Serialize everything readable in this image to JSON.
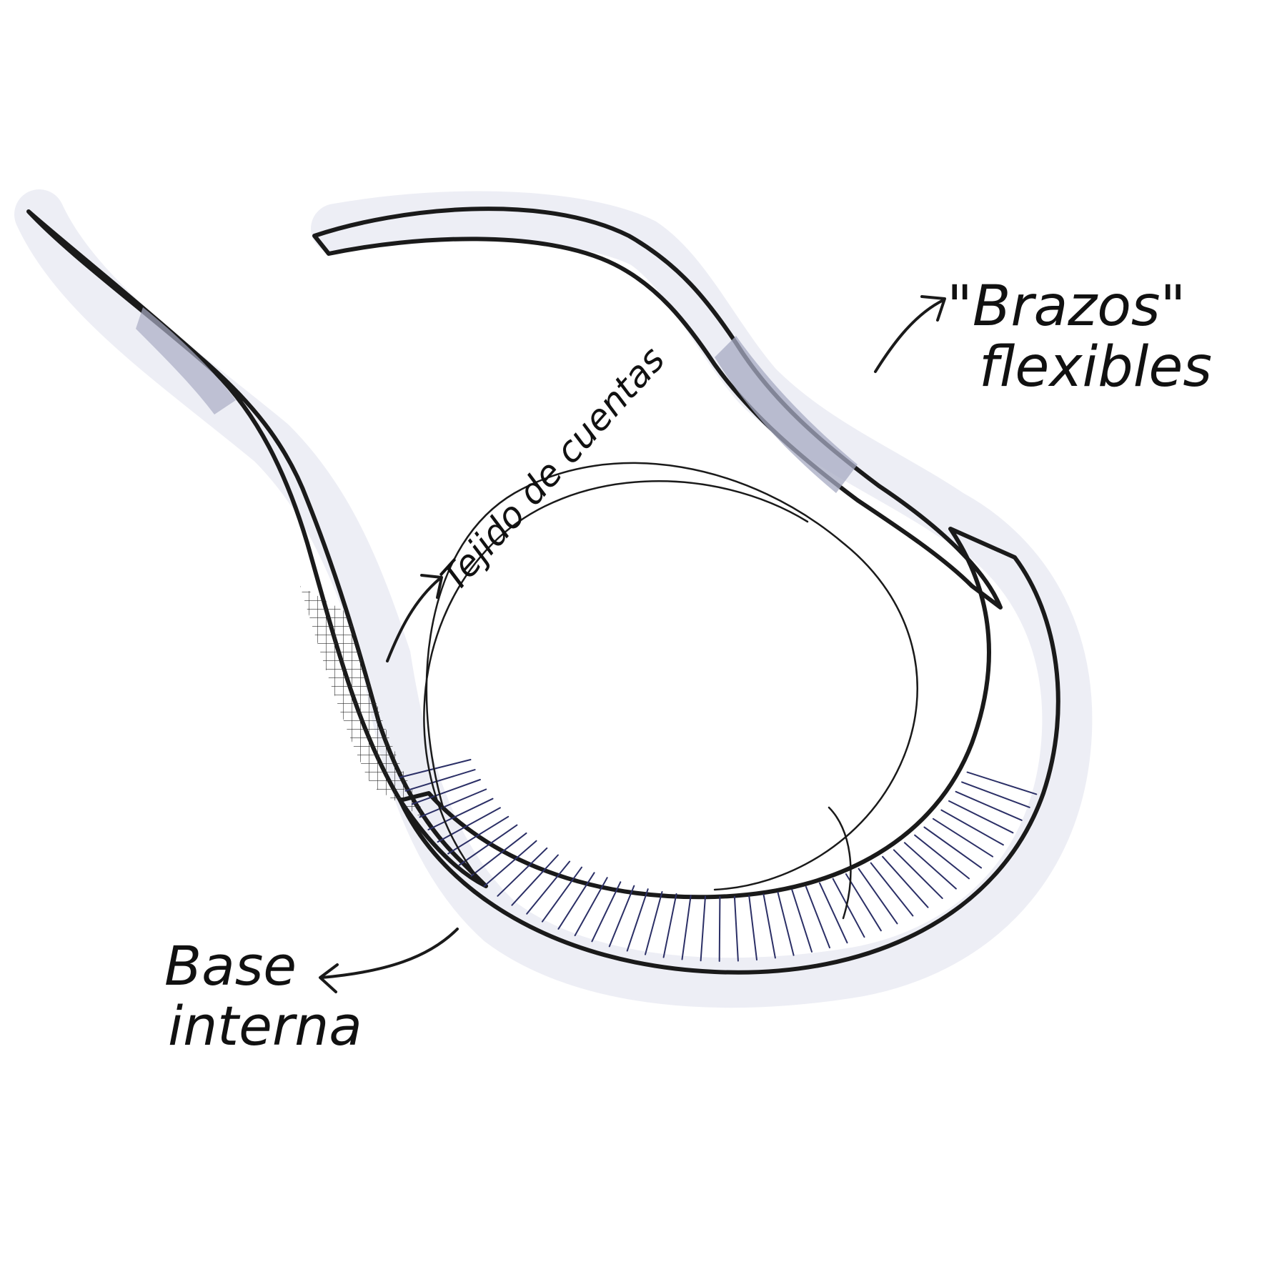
{
  "labels": {
    "brazos_line1": "\"Brazos\"",
    "brazos_line2": "flexibles",
    "tejido": "Tejido de cuentas",
    "base_line1": "Base",
    "base_line2": "interna"
  },
  "colors": {
    "ink": "#1a1a1a",
    "band_fill": "#d9dbe8",
    "band_shadow": "#bfc2da",
    "hatch": "#2b2f66",
    "background": "#ffffff"
  }
}
